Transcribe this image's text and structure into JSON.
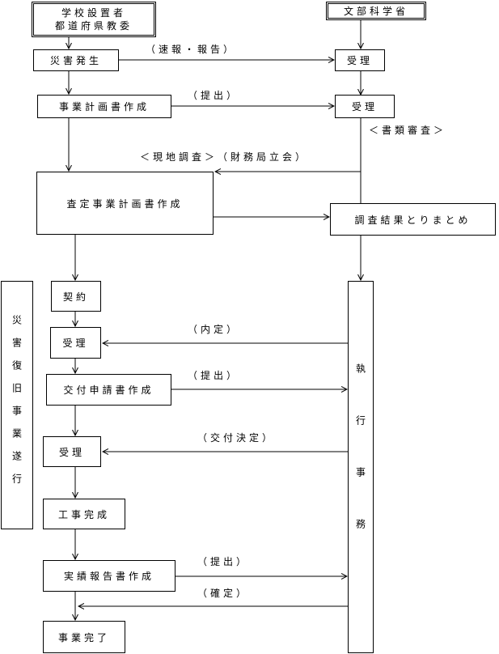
{
  "boxes": {
    "school": [
      "学校設置者",
      "都道府県教委"
    ],
    "ministry": "文部科学省",
    "disaster": "災害発生",
    "receipt1": "受理",
    "plan": "事業計画書作成",
    "receipt2": "受理",
    "assess_plan": "査定事業計画書作成",
    "summary": "調査結果とりまとめ",
    "contract": "契約",
    "receipt3": "受理",
    "grant_app": "交付申請書作成",
    "receipt4": "受理",
    "completion": "工事完成",
    "report": "実績報告書作成",
    "project_end": "事業完了",
    "recovery": "災害復旧事業遂行",
    "execution": "執行事務"
  },
  "labels": {
    "quick_report": "（速報・報告）",
    "submit1": "（提出）",
    "doc_review": "＜書類審査＞",
    "site_survey": "＜現地調査＞（財務局立会）",
    "tentative": "（内定）",
    "submit2": "（提出）",
    "grant_decision": "（交付決定）",
    "submit3": "（提出）",
    "confirm": "（確定）"
  },
  "colors": {
    "line": "#000000",
    "background": "#ffffff"
  }
}
